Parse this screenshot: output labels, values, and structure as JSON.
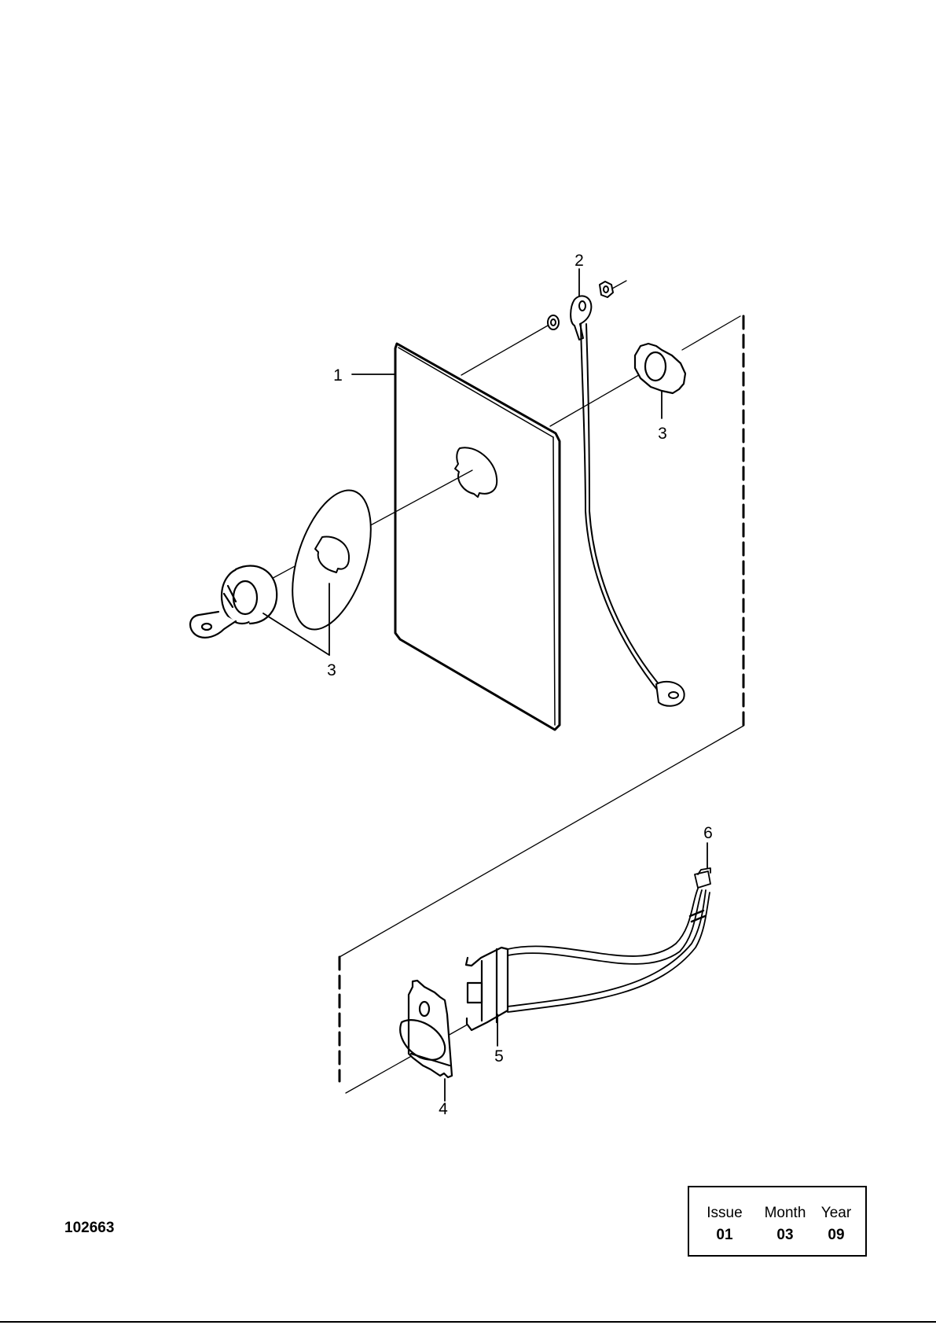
{
  "callouts": [
    {
      "id": "1",
      "label": "1"
    },
    {
      "id": "2",
      "label": "2"
    },
    {
      "id": "3a",
      "label": "3"
    },
    {
      "id": "3b",
      "label": "3"
    },
    {
      "id": "4",
      "label": "4"
    },
    {
      "id": "5",
      "label": "5"
    },
    {
      "id": "6",
      "label": "6"
    }
  ],
  "figure_number": "102663",
  "issue_block": {
    "headers": [
      "Issue",
      "Month",
      "Year"
    ],
    "values": [
      "01",
      "03",
      "09"
    ]
  },
  "colors": {
    "line": "#000000",
    "background": "#ffffff"
  }
}
